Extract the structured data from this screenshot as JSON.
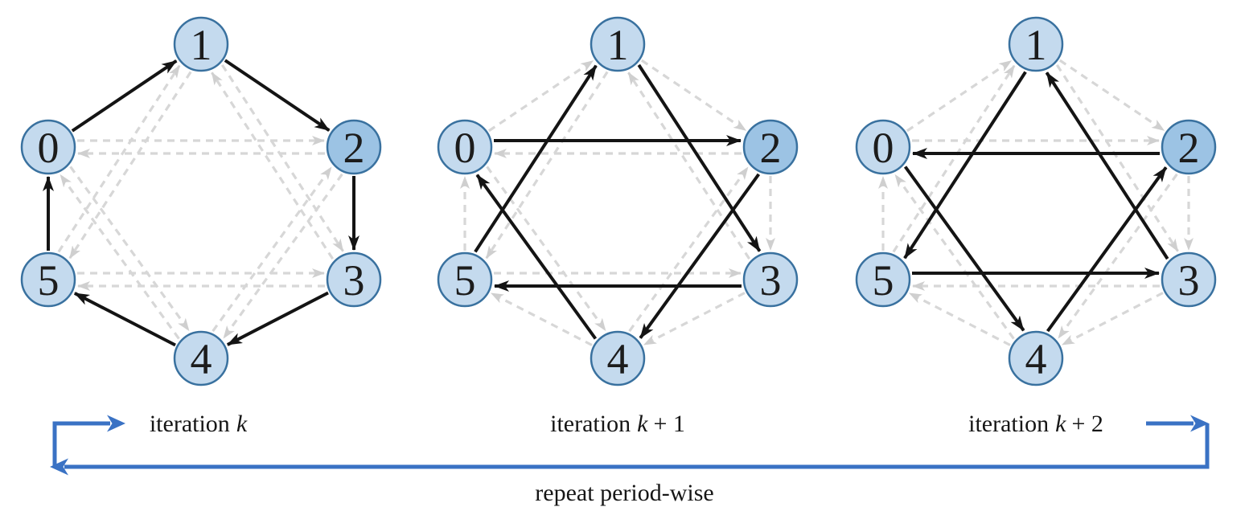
{
  "figure": {
    "description": "periodic one-peer communication graphs over 6 nodes",
    "node_labels": [
      "0",
      "1",
      "2",
      "3",
      "4",
      "5"
    ],
    "highlighted_node": "2",
    "colors": {
      "node_fill": "#c4daee",
      "node_fill_highlight": "#9cc3e4",
      "node_stroke": "#39719f",
      "node_text": "#1c1c1c",
      "solid_edge": "#141414",
      "dashed_edge": "#d7d7d7",
      "dashed_arrowhead": "#cfcfcf",
      "loop_arrow": "#3a72c4"
    },
    "graphs": [
      {
        "label": {
          "word": "iteration",
          "var": "k",
          "rest": ""
        },
        "solid_edges": [
          [
            "0",
            "1"
          ],
          [
            "1",
            "2"
          ],
          [
            "2",
            "3"
          ],
          [
            "3",
            "4"
          ],
          [
            "4",
            "5"
          ],
          [
            "5",
            "0"
          ]
        ],
        "dashed_edges": [
          [
            "0",
            "2"
          ],
          [
            "2",
            "0"
          ],
          [
            "2",
            "4"
          ],
          [
            "4",
            "2"
          ],
          [
            "4",
            "0"
          ],
          [
            "0",
            "4"
          ],
          [
            "1",
            "3"
          ],
          [
            "3",
            "1"
          ],
          [
            "3",
            "5"
          ],
          [
            "5",
            "3"
          ],
          [
            "5",
            "1"
          ],
          [
            "1",
            "5"
          ]
        ]
      },
      {
        "label": {
          "word": "iteration",
          "var": "k",
          "rest": "+ 1"
        },
        "solid_edges": [
          [
            "0",
            "2"
          ],
          [
            "1",
            "3"
          ],
          [
            "2",
            "4"
          ],
          [
            "3",
            "5"
          ],
          [
            "4",
            "0"
          ],
          [
            "5",
            "1"
          ]
        ],
        "dashed_edges": [
          [
            "0",
            "1"
          ],
          [
            "1",
            "2"
          ],
          [
            "2",
            "3"
          ],
          [
            "3",
            "4"
          ],
          [
            "4",
            "5"
          ],
          [
            "5",
            "0"
          ],
          [
            "2",
            "0"
          ],
          [
            "3",
            "1"
          ],
          [
            "4",
            "2"
          ],
          [
            "5",
            "3"
          ],
          [
            "0",
            "4"
          ],
          [
            "1",
            "5"
          ]
        ]
      },
      {
        "label": {
          "word": "iteration",
          "var": "k",
          "rest": "+ 2"
        },
        "solid_edges": [
          [
            "0",
            "4"
          ],
          [
            "1",
            "5"
          ],
          [
            "2",
            "0"
          ],
          [
            "3",
            "1"
          ],
          [
            "4",
            "2"
          ],
          [
            "5",
            "3"
          ]
        ],
        "dashed_edges": [
          [
            "0",
            "1"
          ],
          [
            "1",
            "2"
          ],
          [
            "2",
            "3"
          ],
          [
            "3",
            "4"
          ],
          [
            "4",
            "5"
          ],
          [
            "5",
            "0"
          ],
          [
            "0",
            "2"
          ],
          [
            "1",
            "3"
          ],
          [
            "2",
            "4"
          ],
          [
            "3",
            "5"
          ],
          [
            "4",
            "0"
          ],
          [
            "5",
            "1"
          ]
        ]
      }
    ],
    "bottom_caption": "repeat period-wise"
  }
}
